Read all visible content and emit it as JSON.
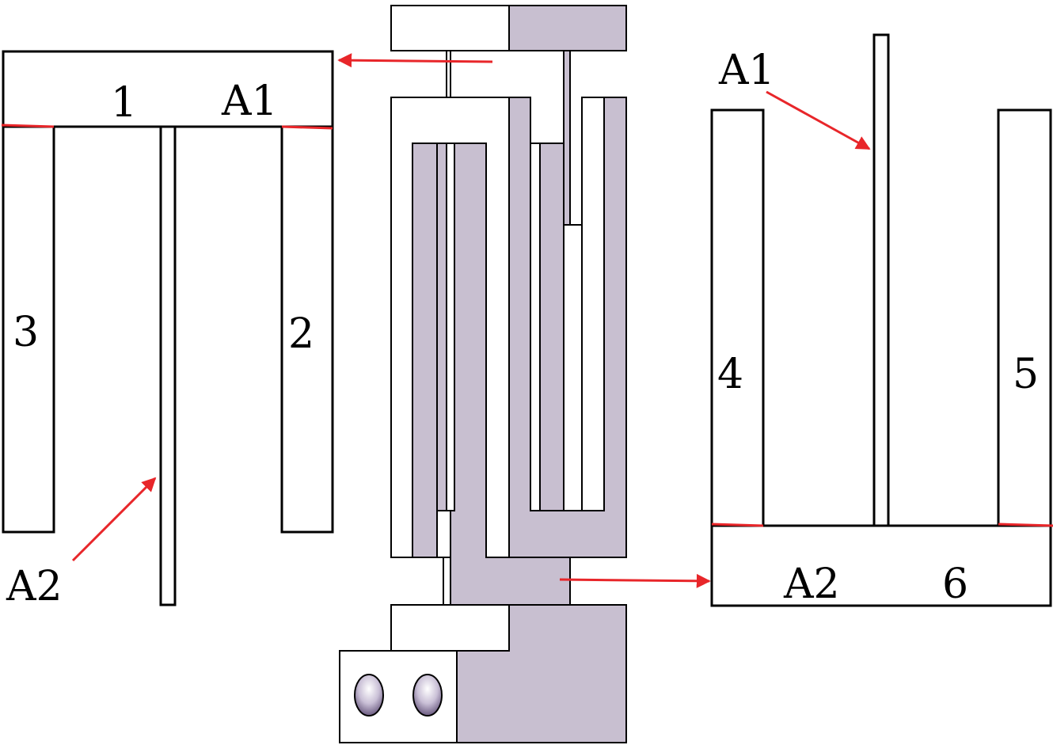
{
  "labels": {
    "part_1": "1",
    "part_2": "2",
    "part_3": "3",
    "part_4": "4",
    "part_5": "5",
    "part_6": "6",
    "a1_left": "A1",
    "a2_left": "A2",
    "a1_right": "A1",
    "a2_right": "A2"
  },
  "colors": {
    "fill_shaded": "#c8bfd0",
    "stroke": "#000000",
    "arrow": "#e8262a",
    "background": "#ffffff"
  }
}
